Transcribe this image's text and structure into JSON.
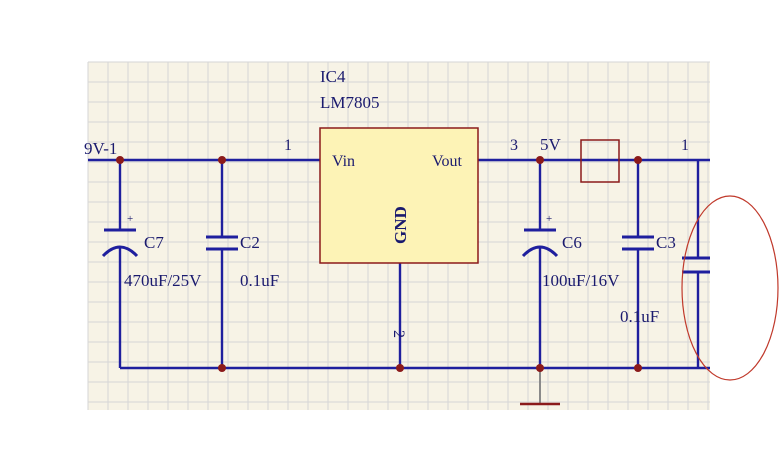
{
  "ic": {
    "designator": "IC4",
    "part": "LM7805",
    "pin_vin": "Vin",
    "pin_vout": "Vout",
    "pin_gnd": "GND",
    "pin_num_in": "1",
    "pin_num_out": "3",
    "pin_num_gnd": "2"
  },
  "input_net_label": "9V-1",
  "output_net_label": "5V",
  "right_pin_num": "1",
  "capacitors": {
    "c7": {
      "name": "C7",
      "value": "470uF/25V",
      "polarity": "+"
    },
    "c2": {
      "name": "C2",
      "value": "0.1uF"
    },
    "c6": {
      "name": "C6",
      "value": "100uF/16V",
      "polarity": "+"
    },
    "c3": {
      "name": "C3",
      "value": "0.1uF"
    }
  },
  "colors": {
    "background": "#f7f3e6",
    "grid": "#d6d6d6",
    "wire": "#1f1f9e",
    "ic_fill": "#fdf3b6",
    "ic_border": "#8b1a1a",
    "junction": "#8b1a1a",
    "text": "#1a1a6e"
  }
}
